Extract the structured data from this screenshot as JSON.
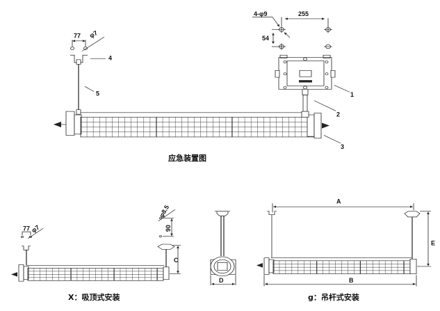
{
  "top_view": {
    "caption": "应急装置图",
    "dims": {
      "hole_spec": "4-φ9",
      "width": "255",
      "height": "54",
      "spacing": "77",
      "diameter": "φ7"
    },
    "parts": [
      "1",
      "2",
      "3",
      "4",
      "5"
    ]
  },
  "ceiling_mount": {
    "caption": "X：吸顶式安装",
    "dims": {
      "spacing": "77",
      "diameter": "φ7",
      "hole": "φ8.5",
      "offset": "90",
      "height": "C"
    }
  },
  "side_view": {
    "dims": {
      "width": "D"
    }
  },
  "rod_mount": {
    "caption": "g：吊杆式安装",
    "dims": {
      "a": "A",
      "b": "B",
      "e": "E"
    }
  }
}
